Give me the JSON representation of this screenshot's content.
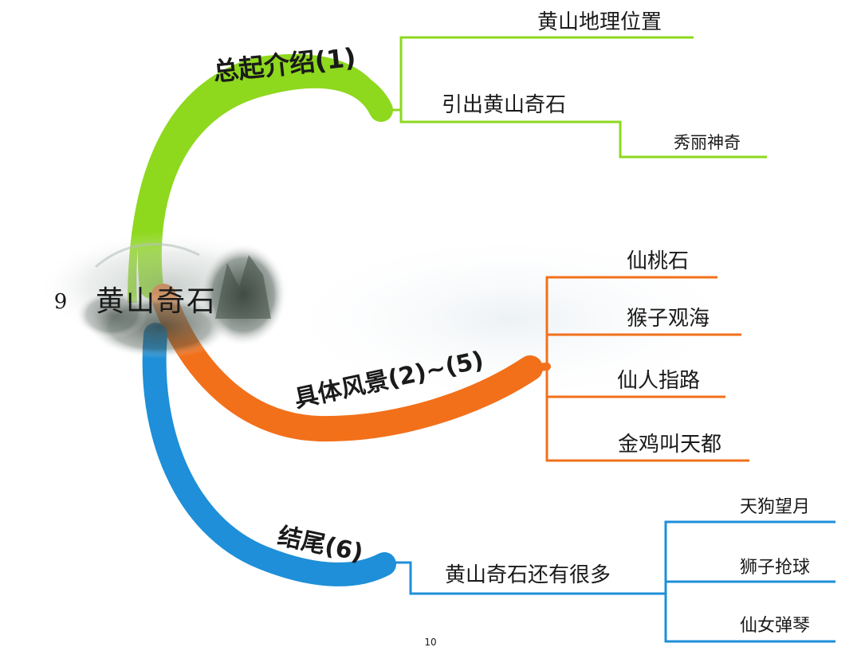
{
  "lesson": {
    "number": "9",
    "title": "黄山奇石"
  },
  "colors": {
    "green": "#8ed81e",
    "orange": "#f2701a",
    "blue": "#1e8fd8"
  },
  "branches": {
    "intro": {
      "label": "总起介绍(1)",
      "items": [
        "黄山地理位置",
        "引出黄山奇石"
      ],
      "sub": [
        "秀丽神奇"
      ]
    },
    "scenery": {
      "label": "具体风景(2)~(5)",
      "items": [
        "仙桃石",
        "猴子观海",
        "仙人指路",
        "金鸡叫天都"
      ]
    },
    "ending": {
      "label": "结尾(6)",
      "items": [
        "黄山奇石还有很多"
      ],
      "sub": [
        "天狗望月",
        "狮子抢球",
        "仙女弹琴"
      ]
    }
  },
  "page_number": "10"
}
